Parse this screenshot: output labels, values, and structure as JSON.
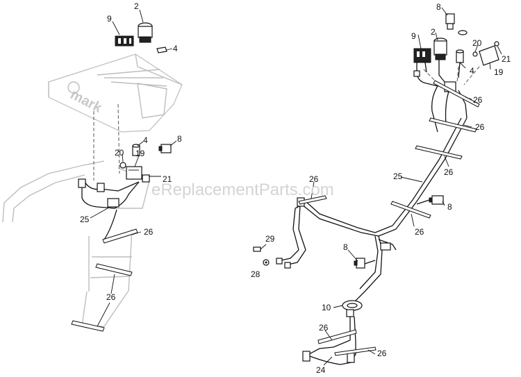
{
  "watermark": "eReplacementParts.com",
  "logo_text": "mark",
  "left_callouts": {
    "c2": "2",
    "c9": "9",
    "c4a": "4",
    "c4b": "4",
    "c8": "8",
    "c20": "20",
    "c19": "19",
    "c21": "21",
    "c25": "25",
    "c26a": "26",
    "c26b": "26"
  },
  "right_callouts": {
    "c8a": "8",
    "c9": "9",
    "c2": "2",
    "c20": "20",
    "c21": "21",
    "c4": "4",
    "c19": "19",
    "c26a": "26",
    "c26b": "26",
    "c26c": "26",
    "c25": "25",
    "c26d": "26",
    "c8b": "8",
    "c26e": "26",
    "c29": "29",
    "c8c": "8",
    "c28": "28",
    "c10": "10",
    "c26f": "26",
    "c26g": "26",
    "c24": "24"
  }
}
